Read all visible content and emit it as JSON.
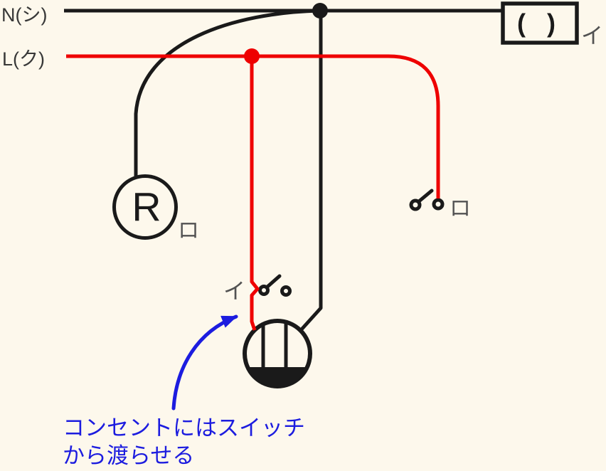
{
  "colors": {
    "background": "#fdf8ec",
    "wire_black": "#1a1a1a",
    "wire_red": "#ee0000",
    "annotation_blue": "#1c1cdf",
    "label_dark": "#383838",
    "label_gray": "#525252"
  },
  "source_lines": {
    "neutral_label": "N(シ)",
    "live_label": "L(ク)"
  },
  "devices": {
    "blank_device_box": {
      "content": "( )",
      "circuit_label": "イ"
    },
    "lamp_r": {
      "letter": "R",
      "circuit_label": "ロ"
    },
    "switch_ro": {
      "circuit_label": "ロ"
    },
    "switch_i": {
      "circuit_label": "イ"
    }
  },
  "annotation": {
    "line1": "コンセントにはスイッチ",
    "line2": "から渡らせる"
  }
}
